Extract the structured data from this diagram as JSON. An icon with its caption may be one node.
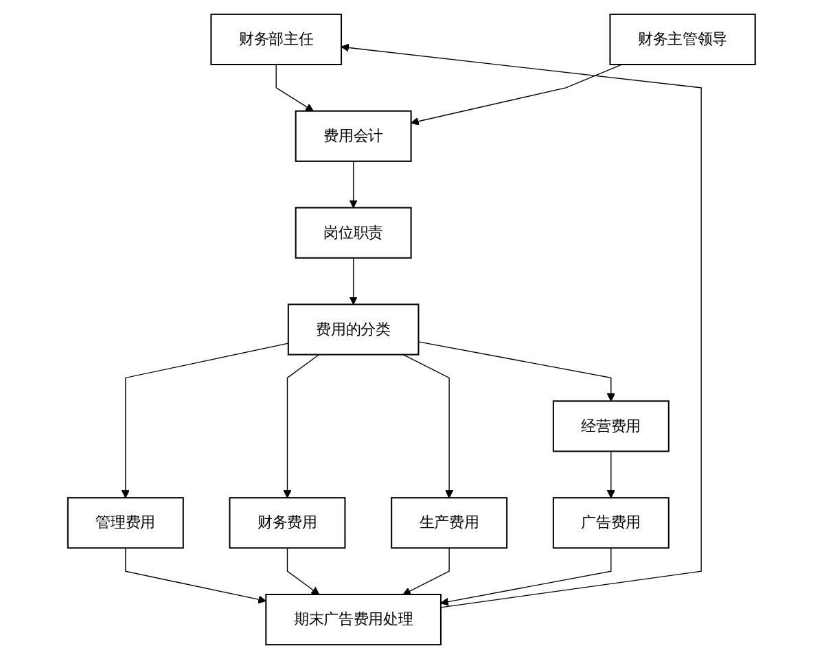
{
  "diagram": {
    "nodes": [
      {
        "text": [
          "财务部主任"
        ]
      },
      {
        "text": [
          "财务主管领导"
        ]
      },
      {
        "text": [
          "费用会计"
        ]
      },
      {
        "text": [
          "岗位职责"
        ]
      },
      {
        "text": [
          "费用的分类"
        ]
      },
      {
        "text": [
          "经营费用"
        ]
      },
      {
        "text": [
          "管理费用"
        ]
      },
      {
        "text": [
          "财务费用"
        ]
      },
      {
        "text": [
          "生产费用"
        ]
      },
      {
        "text": [
          "广告费用"
        ]
      },
      {
        "text": [
          "期末广告费用处理"
        ]
      }
    ],
    "edges": [
      {
        "from": 0,
        "to": 2,
        "arrow": "to"
      },
      {
        "from": 1,
        "to": 2,
        "arrow": "to"
      },
      {
        "from": 2,
        "to": 3,
        "arrow": "to"
      },
      {
        "from": 3,
        "to": 4,
        "arrow": "to"
      },
      {
        "from": 4,
        "to": 5,
        "arrow": "to"
      },
      {
        "from": 4,
        "to": 6,
        "arrow": "to"
      },
      {
        "from": 4,
        "to": 7,
        "arrow": "to"
      },
      {
        "from": 4,
        "to": 8,
        "arrow": "to"
      },
      {
        "from": 5,
        "to": 9,
        "arrow": "to"
      },
      {
        "from": 6,
        "to": 10,
        "arrow": "to"
      },
      {
        "from": 7,
        "to": 10,
        "arrow": "to"
      },
      {
        "from": 8,
        "to": 10,
        "arrow": "to"
      },
      {
        "from": 9,
        "to": 10,
        "arrow": "to"
      },
      {
        "from": 10,
        "to": 0,
        "arrow": "to"
      }
    ]
  }
}
